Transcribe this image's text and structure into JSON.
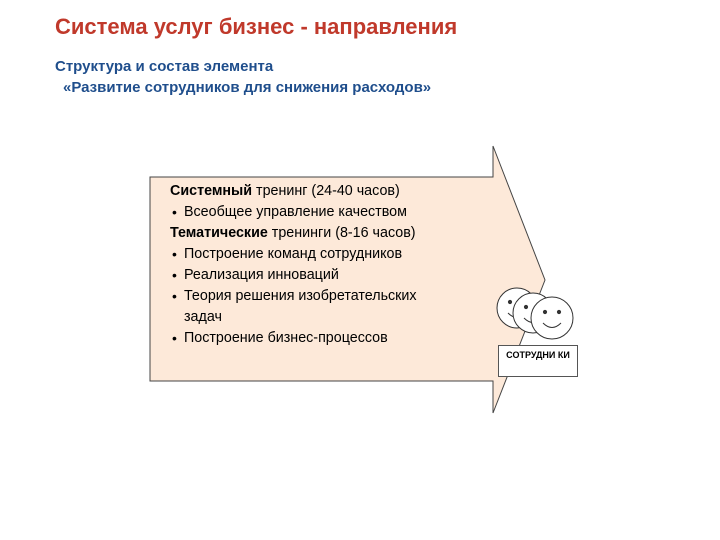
{
  "header": {
    "title": "Система услуг бизнес - направления",
    "subtitle_line1": "Структура  и состав элемента",
    "subtitle_line2": "«Развитие сотрудников для снижения расходов»"
  },
  "arrow_block": {
    "fill_color": "#fde9d9",
    "border_color": "#444444",
    "items": [
      {
        "kind": "header",
        "bold": "Системный",
        "rest": " тренинг (24-40 часов)"
      },
      {
        "kind": "bullet",
        "text": "Всеобщее управление качеством"
      },
      {
        "kind": "header",
        "bold": "Тематические",
        "rest": " тренинги (8-16 часов)"
      },
      {
        "kind": "bullet",
        "text": "Построение команд сотрудников"
      },
      {
        "kind": "bullet",
        "text": "Реализация инноваций"
      },
      {
        "kind": "bullet",
        "text": "Теория решения изобретательских"
      },
      {
        "kind": "cont",
        "text": "задач"
      },
      {
        "kind": "bullet",
        "text": "Построение бизнес-процессов"
      }
    ]
  },
  "employees": {
    "label": "СОТРУДНИ КИ",
    "icon": "smiley-faces-icon"
  },
  "colors": {
    "title": "#c0392b",
    "subtitle": "#1f4e8c"
  }
}
